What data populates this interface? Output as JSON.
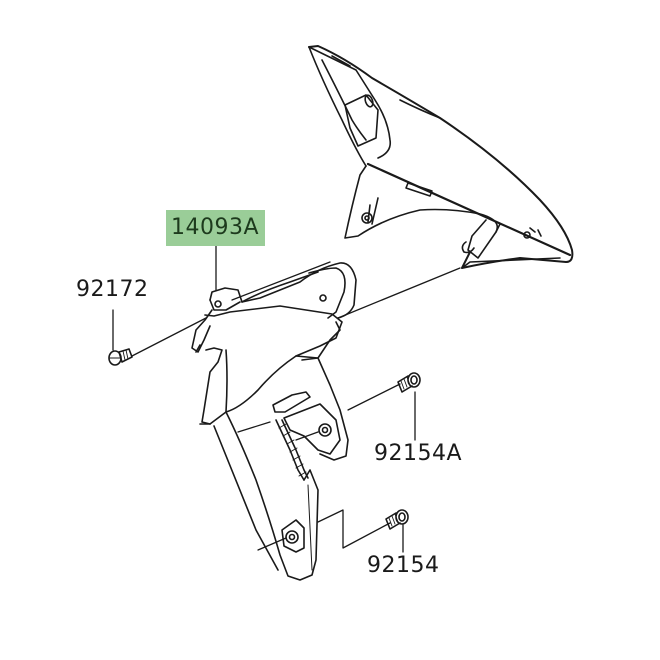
{
  "diagram": {
    "type": "exploded-parts-diagram",
    "subject": "front fender / mudguard assembly",
    "colors": {
      "background": "#ffffff",
      "line": "#1a1a1a",
      "highlight": "#9acd98",
      "highlight_text": "#1d3a1d"
    },
    "parts": [
      {
        "id": "14093A",
        "label": "14093A",
        "highlighted": true,
        "description": "fender bracket / cover piece"
      },
      {
        "id": "92172",
        "label": "92172",
        "highlighted": false,
        "description": "screw"
      },
      {
        "id": "92154A",
        "label": "92154A",
        "highlighted": false,
        "description": "bolt"
      },
      {
        "id": "92154",
        "label": "92154",
        "highlighted": false,
        "description": "bolt"
      }
    ]
  }
}
